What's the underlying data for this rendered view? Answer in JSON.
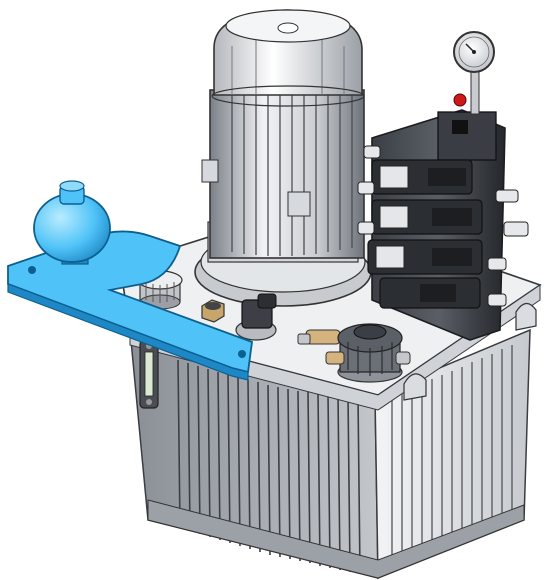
{
  "image": {
    "subject": "hydraulic-power-unit-cad-render",
    "components": [
      "electric-motor",
      "valve-block",
      "pressure-gauge",
      "accumulator",
      "bracket",
      "reservoir-tank",
      "oil-level-sight-glass",
      "filler-breather-cap",
      "return-filter",
      "suction-fitting"
    ],
    "colors": {
      "background": "#ffffff",
      "accent_blue": "#4fc3f7",
      "accent_blue_dark": "#1e88c7",
      "metal_light": "#e9ebee",
      "metal_mid": "#b5b9bf",
      "metal_dark": "#2e3136",
      "red_knob": "#d01818"
    }
  }
}
